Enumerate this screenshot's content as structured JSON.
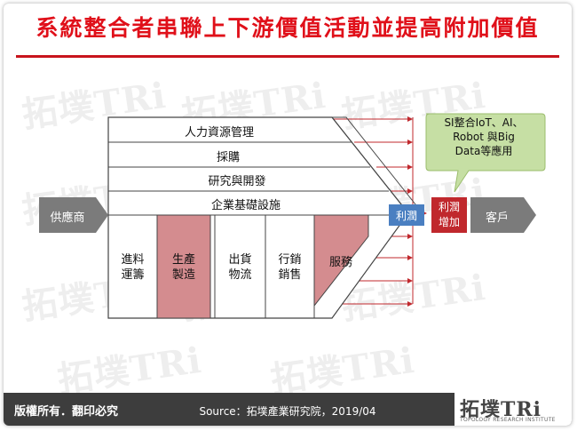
{
  "title": "系統整合者串聯上下游價值活動並提高附加價值",
  "watermark": "拓墣TRi",
  "support_activities": [
    "人力資源管理",
    "採購",
    "研究與開發",
    "企業基礎設施"
  ],
  "primary_activities": {
    "inbound": [
      "進料",
      "運籌"
    ],
    "production": [
      "生產",
      "製造"
    ],
    "outbound": [
      "出貨",
      "物流"
    ],
    "marketing": [
      "行銷",
      "銷售"
    ],
    "service": "服務"
  },
  "supplier": "供應商",
  "profit": "利潤",
  "profit_increase": [
    "利潤",
    "增加"
  ],
  "customer": "客戶",
  "callout": [
    "SI整合IoT、AI、",
    "Robot 與Big",
    "Data等應用"
  ],
  "footer": {
    "copyright": "版權所有．翻印必究",
    "source": "Source：拓墣產業研究院，2019/04",
    "logo_main": "拓墣TRi",
    "logo_sub": "TOPOLOGY RESEARCH INSTITUTE"
  },
  "colors": {
    "title_red": "#e0101a",
    "highlight_fill": "#d48c8f",
    "profit_blue": "#4a7fc1",
    "profit_increase_red": "#c0282d",
    "arrow_gray": "#7b7b7b",
    "callout_green": "#c6dfa4",
    "footer_bg": "#3d3d3d"
  }
}
